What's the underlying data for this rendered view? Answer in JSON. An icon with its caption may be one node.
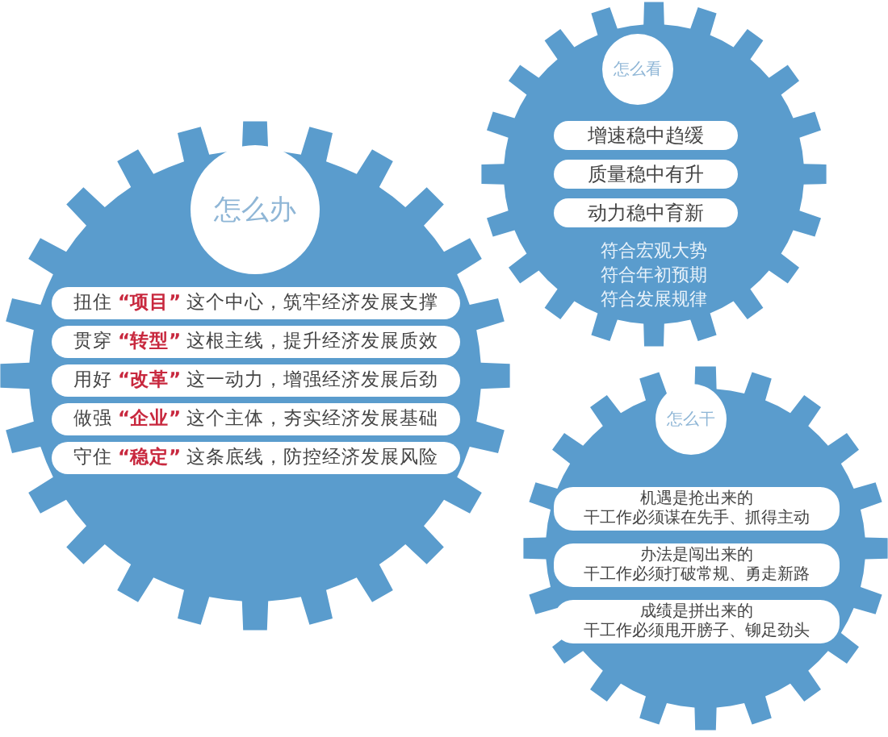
{
  "diagram": {
    "nodes": [
      {
        "text": [],
        "shape": "gear"
      },
      {
        "text": [
          "怎么办"
        ],
        "in": 0
      },
      {
        "text": [
          "扭住 **“项目”** 这个中心，筑牢经济发展支撑"
        ],
        "in": 0
      },
      {
        "text": [
          "贯穿 **“转型”** 这根主线，提升经济发展质效"
        ],
        "in": 0
      },
      {
        "text": [
          "用好 **“改革”** 这一动力，增强经济发展后劲"
        ],
        "in": 0
      },
      {
        "text": [
          "做强 **“企业”** 这个主体，夯实经济发展基础"
        ],
        "in": 0
      },
      {
        "text": [
          "守住 **“稳定”** 这条底线，防控经济发展风险"
        ],
        "in": 0
      },
      {
        "text": [
          "符合宏观大势",
          "符合年初预期",
          "符合发展规律"
        ]
      },
      {
        "text": [
          "怎么看"
        ],
        "in": 7
      },
      {
        "text": [
          "增速稳中趋缓"
        ],
        "in": 7
      },
      {
        "text": [
          "质量稳中有升"
        ],
        "in": 7
      },
      {
        "text": [
          "动力稳中育新"
        ],
        "in": 7
      },
      {
        "text": [],
        "shape": "gear"
      },
      {
        "text": [
          "怎么干"
        ],
        "in": 12
      },
      {
        "text": [
          "机遇是抢出来的",
          "干工作必须谋在先手、抓得主动"
        ],
        "in": 12
      },
      {
        "text": [
          "办法是闯出来的",
          "干工作必须打破常规、勇走新路"
        ],
        "in": 12
      },
      {
        "text": [
          "成绩是拼出来的",
          "干工作必须甩开膀子、铆足劲头"
        ],
        "in": 12
      }
    ]
  }
}
